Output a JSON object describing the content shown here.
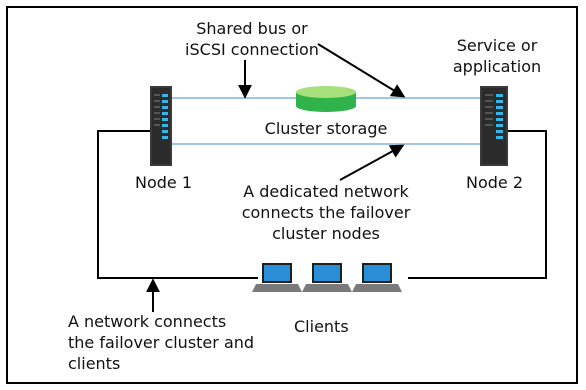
{
  "labels": {
    "shared_bus_line1": "Shared bus or",
    "shared_bus_line2": "iSCSI connection",
    "service_line1": "Service or",
    "service_line2": "application",
    "cluster_storage": "Cluster storage",
    "node1": "Node 1",
    "node2": "Node 2",
    "dedicated_line1": "A dedicated network",
    "dedicated_line2": "connects the failover",
    "dedicated_line3": "cluster nodes",
    "clients": "Clients",
    "network_line1": "A network connects",
    "network_line2": "the failover cluster and",
    "network_line3": "clients"
  },
  "colors": {
    "storage_top": "#a6e07a",
    "storage_body": "#2fb34a",
    "server_body": "#3a3a3a",
    "server_led": "#35b6e8",
    "link_blue": "#9fc6e3",
    "client_screen": "#2a8fd6",
    "client_base": "#7a7a7a"
  },
  "icons": {
    "node1": "server-tower-icon",
    "node2": "server-tower-icon",
    "storage": "storage-disk-icon",
    "clients": "laptop-icon"
  }
}
